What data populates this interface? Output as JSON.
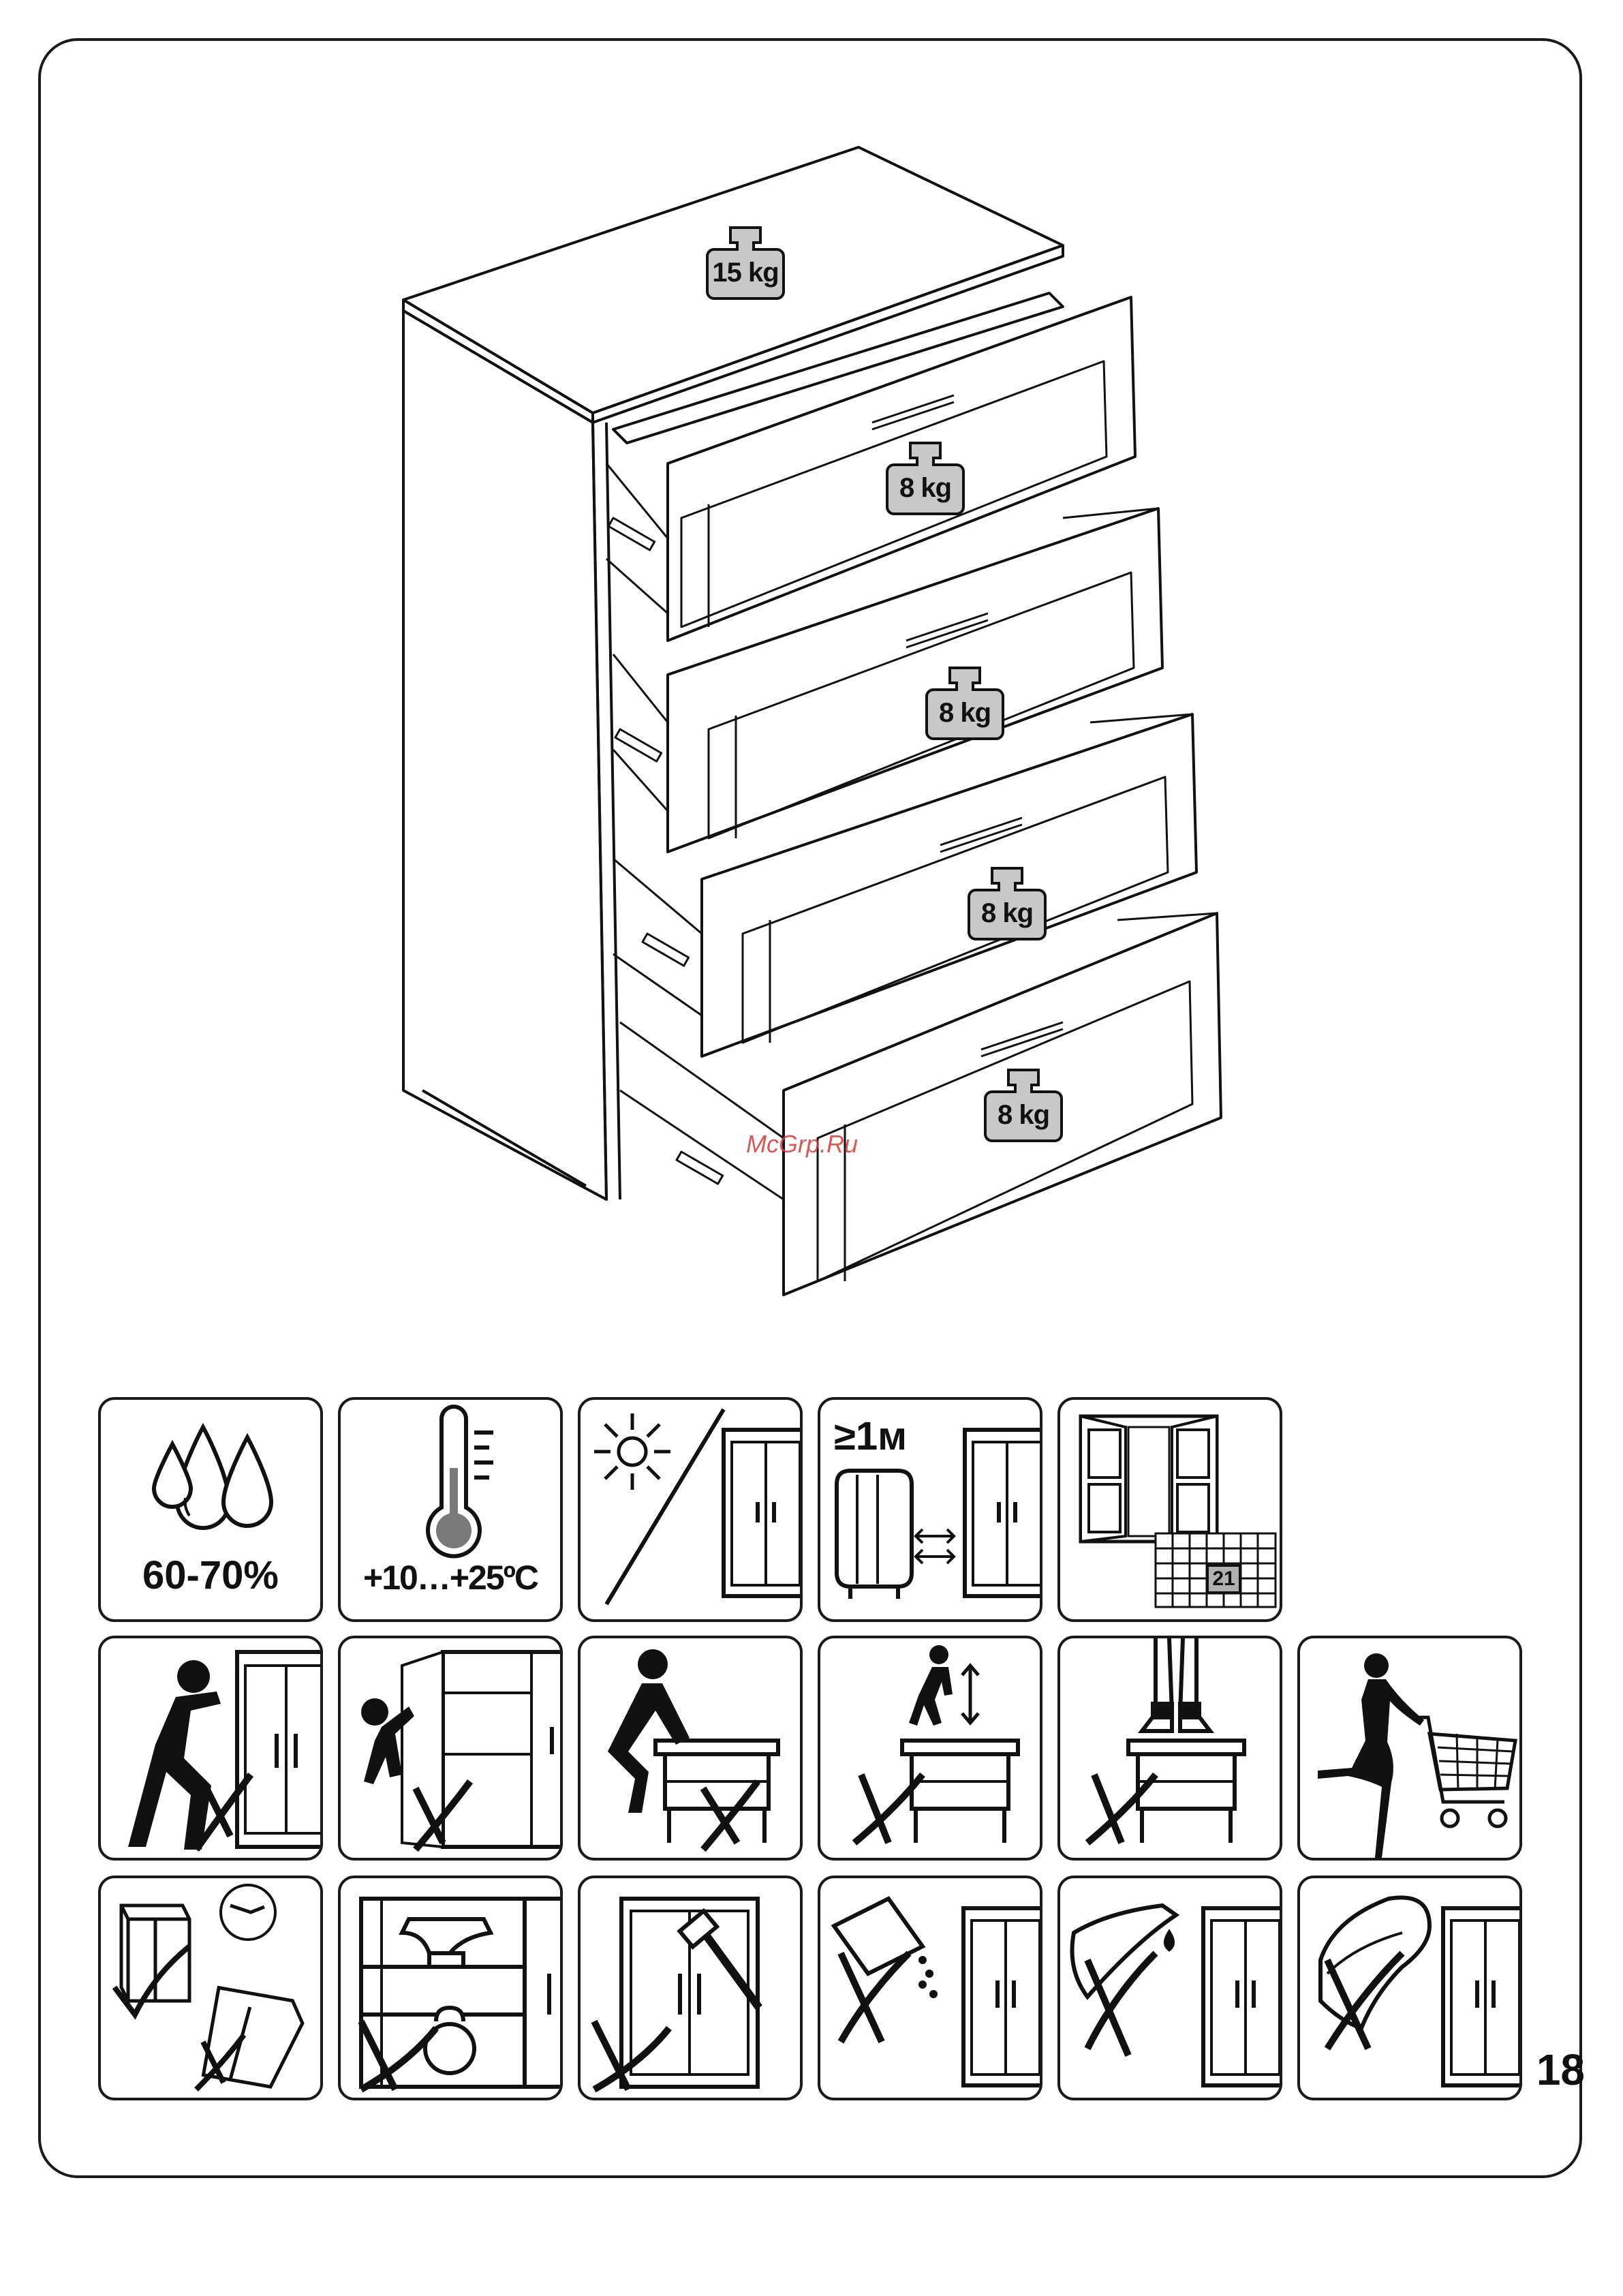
{
  "diagram": {
    "weights": {
      "top": "15 kg",
      "drawer_1": "8 kg",
      "drawer_2": "8 kg",
      "drawer_3": "8 kg",
      "drawer_4": "8 kg"
    },
    "watermark": "McGrp.Ru"
  },
  "pictograms": {
    "humidity": "60-70%",
    "temperature": "+10…+25ºC",
    "distance": "≥1м",
    "calendar_day": "21"
  },
  "page": {
    "number": "18"
  }
}
